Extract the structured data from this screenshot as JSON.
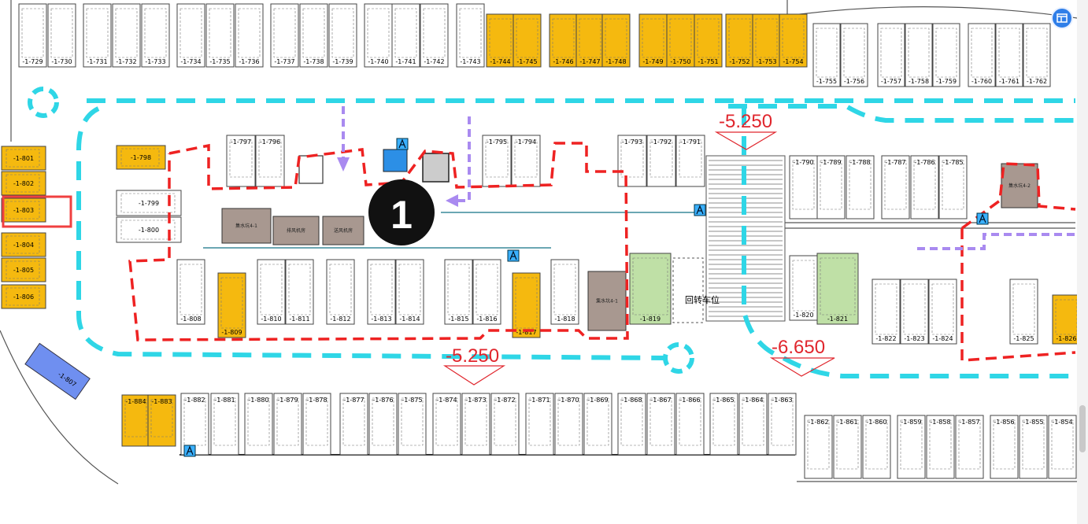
{
  "toolbar": {
    "corner_button_icon": "layout-icon"
  },
  "colors": {
    "normal_space": "#ffffff",
    "yellow_space": "#f5b90f",
    "green_space": "#bfe0a6",
    "blue_space": "#6f8ff0",
    "room": "#a89890",
    "route": "#2fd6e6",
    "zone": "#ee2222",
    "arrow": "#a98af0",
    "highlight": "#f04040"
  },
  "elevations": [
    {
      "id": "elev-a",
      "text": "-5.250"
    },
    {
      "id": "elev-b",
      "text": "-5.250"
    },
    {
      "id": "elev-c",
      "text": "-6.650"
    }
  ],
  "marker": {
    "text": "1"
  },
  "turn_space": "回转车位",
  "rooms": [
    "集水坑4-1",
    "排风机房",
    "送风机房",
    "集水坑4-1",
    "集水坑4-2"
  ],
  "spaces": {
    "top_row": [
      "-1-729",
      "-1-730",
      "-1-731",
      "-1-732",
      "-1-733",
      "-1-734",
      "-1-735",
      "-1-736",
      "-1-737",
      "-1-738",
      "-1-739",
      "-1-740",
      "-1-741",
      "-1-742",
      "-1-743",
      "-1-744",
      "-1-745",
      "-1-746",
      "-1-747",
      "-1-748",
      "-1-749",
      "-1-750",
      "-1-751",
      "-1-752",
      "-1-753",
      "-1-754"
    ],
    "top_right": [
      "-1-755",
      "-1-756",
      "-1-757",
      "-1-758",
      "-1-759",
      "-1-760",
      "-1-761",
      "-1-762"
    ],
    "left_column": [
      "-1-801",
      "-1-802",
      "-1-803",
      "-1-804",
      "-1-805",
      "-1-806"
    ],
    "upper_inner": [
      "-1-797",
      "-1-796",
      "-1-795",
      "-1-794",
      "-1-793",
      "-1-792",
      "-1-791"
    ],
    "right_upper": [
      "-1-790",
      "-1-789",
      "-1-788",
      "-1-787",
      "-1-786",
      "-1-785"
    ],
    "mid_row": [
      "-1-808",
      "-1-809",
      "-1-810",
      "-1-811",
      "-1-812",
      "-1-813",
      "-1-814",
      "-1-815",
      "-1-816",
      "-1-817",
      "-1-818",
      "-1-819",
      "-1-820",
      "-1-821",
      "-1-822",
      "-1-823",
      "-1-824",
      "-1-825",
      "-1-826"
    ],
    "misc": [
      "-1-798",
      "-1-799",
      "-1-800",
      "-1-807"
    ],
    "bottom_row": [
      "-1-884",
      "-1-883",
      "-1-882",
      "-1-881",
      "-1-880",
      "-1-879",
      "-1-878",
      "-1-877",
      "-1-876",
      "-1-875",
      "-1-874",
      "-1-873",
      "-1-872",
      "-1-871",
      "-1-870",
      "-1-869",
      "-1-868",
      "-1-867",
      "-1-866",
      "-1-865",
      "-1-864",
      "-1-863"
    ],
    "bottom_right": [
      "-1-862",
      "-1-861",
      "-1-860",
      "-1-859",
      "-1-858",
      "-1-857",
      "-1-856",
      "-1-855",
      "-1-854"
    ]
  }
}
